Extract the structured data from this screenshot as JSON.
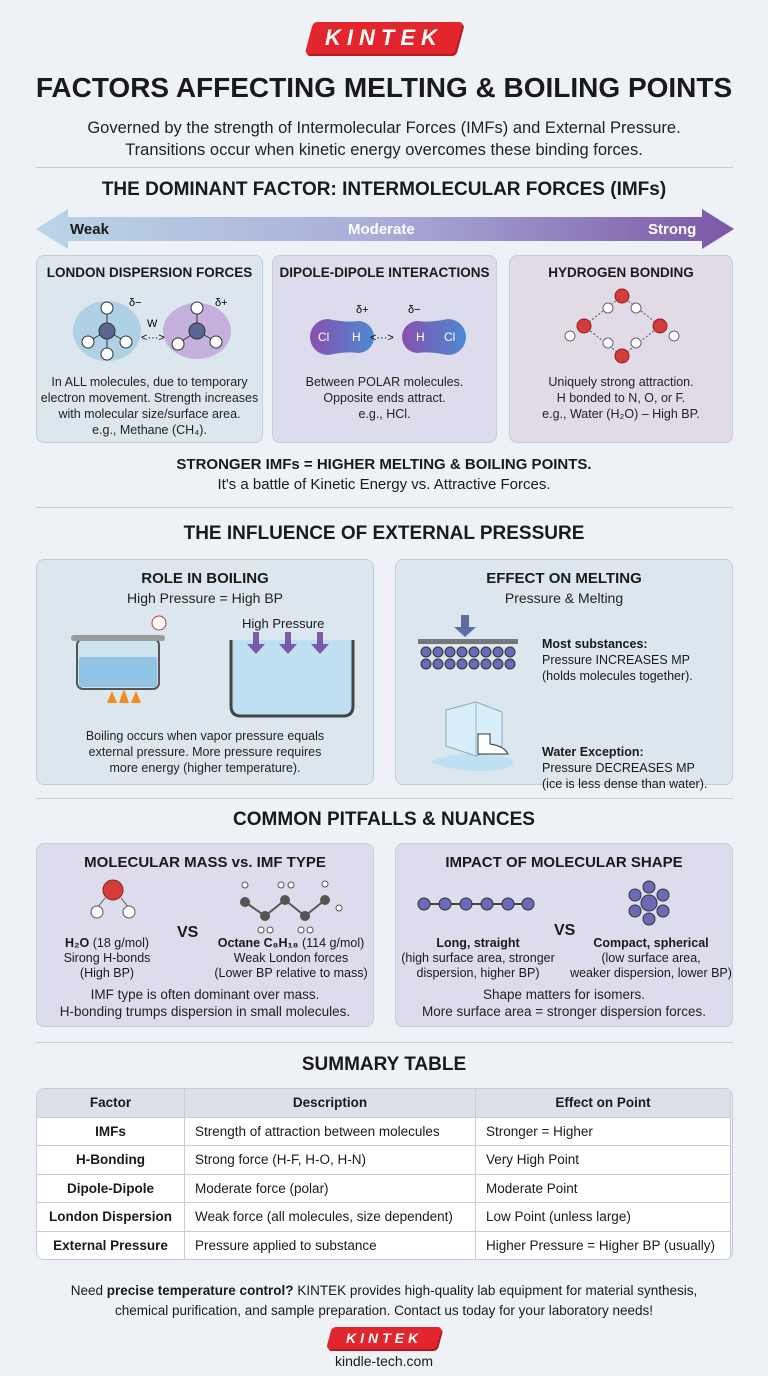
{
  "brand": {
    "logo": "KINTEK",
    "accent": "#e3262d",
    "url": "kindle-tech.com"
  },
  "header": {
    "title": "FACTORS AFFECTING MELTING & BOILING POINTS",
    "subtitle_1": "Governed by the strength of Intermolecular Forces (IMFs) and External Pressure.",
    "subtitle_2": "Transitions occur when kinetic energy overcomes these binding forces."
  },
  "imf": {
    "heading": "THE DOMINANT FACTOR: INTERMOLECULAR FORCES (IMFs)",
    "scale": {
      "weak": "Weak",
      "moderate": "Moderate",
      "strong": "Strong"
    },
    "cards": [
      {
        "title": "LONDON DISPERSION FORCES",
        "lines": [
          "In ALL molecules, due to temporary",
          "electron movement. Strength increases",
          "with molecular size/surface area.",
          "e.g., Methane (CH₄)."
        ],
        "labels": [
          "δ−",
          "W",
          "δ+"
        ]
      },
      {
        "title": "DIPOLE-DIPOLE INTERACTIONS",
        "lines": [
          "Between POLAR molecules.",
          "Opposite ends attract.",
          "e.g., HCl."
        ],
        "labels": [
          "δ+",
          "δ−",
          "Cl",
          "H",
          "H",
          "Cl"
        ]
      },
      {
        "title": "HYDROGEN BONDING",
        "lines": [
          "Uniquely strong attraction.",
          "H bonded to N, O, or F.",
          "e.g., Water (H₂O) – High BP."
        ]
      }
    ],
    "conclusion_1": "STRONGER IMFs = HIGHER MELTING & BOILING POINTS.",
    "conclusion_2": "It's a battle of Kinetic Energy vs. Attractive Forces."
  },
  "pressure": {
    "heading": "THE INFLUENCE OF EXTERNAL PRESSURE",
    "boiling": {
      "title": "ROLE IN BOILING",
      "subtitle": "High Pressure = High BP",
      "diagram_label": "High Pressure",
      "lines": [
        "Boiling occurs when vapor pressure equals",
        "external pressure. More pressure requires",
        "more energy (higher temperature)."
      ]
    },
    "melting": {
      "title": "EFFECT ON MELTING",
      "subtitle": "Pressure & Melting",
      "most_title": "Most substances:",
      "most_lines": [
        "Pressure INCREASES MP",
        "(holds molecules together)."
      ],
      "water_title": "Water Exception:",
      "water_lines": [
        "Pressure DECREASES MP",
        "(ice is less dense than water)."
      ]
    }
  },
  "pitfalls": {
    "heading": "COMMON PITFALLS & NUANCES",
    "mass": {
      "title": "MOLECULAR MASS vs. IMF TYPE",
      "vs": "VS",
      "left_name": "H₂O",
      "left_mass": " (18 g/mol)",
      "left_lines": [
        "Sirong H-bonds",
        "(High BP)"
      ],
      "right_name": "Octane C₈H₁₈",
      "right_mass": " (114 g/mol)",
      "right_lines": [
        "Weak London forces",
        "(Lower BP relative to mass)"
      ],
      "footer": [
        "IMF type is often dominant over mass.",
        "H-bonding trumps dispersion in small molecules."
      ]
    },
    "shape": {
      "title": "IMPACT OF MOLECULAR SHAPE",
      "vs": "VS",
      "left_name": "Long, straight",
      "left_lines": [
        "(high surface area, stronger",
        "dispersion, higher BP)"
      ],
      "right_name": "Compact, spherical",
      "right_lines": [
        "(low surface area,",
        "weaker dispersion, lower BP)"
      ],
      "footer": [
        "Shape matters for isomers.",
        "More surface area = stronger dispersion forces."
      ]
    }
  },
  "summary": {
    "heading": "SUMMARY TABLE",
    "columns": [
      "Factor",
      "Description",
      "Effect on Point"
    ],
    "rows": [
      [
        "IMFs",
        "Strength of attraction between molecules",
        "Stronger = Higher"
      ],
      [
        "H-Bonding",
        "Strong force (H-F, H-O, H-N)",
        "Very High Point"
      ],
      [
        "Dipole-Dipole",
        "Moderate force (polar)",
        "Moderate Point"
      ],
      [
        "London Dispersion",
        "Weak force (all molecules, size dependent)",
        "Low Point (unless large)"
      ],
      [
        "External Pressure",
        "Pressure applied to substance",
        "Higher Pressure = Higher BP (usually)"
      ]
    ]
  },
  "footer": {
    "pre": "Need ",
    "bold": "precise temperature control?",
    "post": " KINTEK provides high-quality lab equipment for material synthesis,",
    "line2": "chemical purification, and sample preparation. Contact us today for your laboratory needs!"
  }
}
